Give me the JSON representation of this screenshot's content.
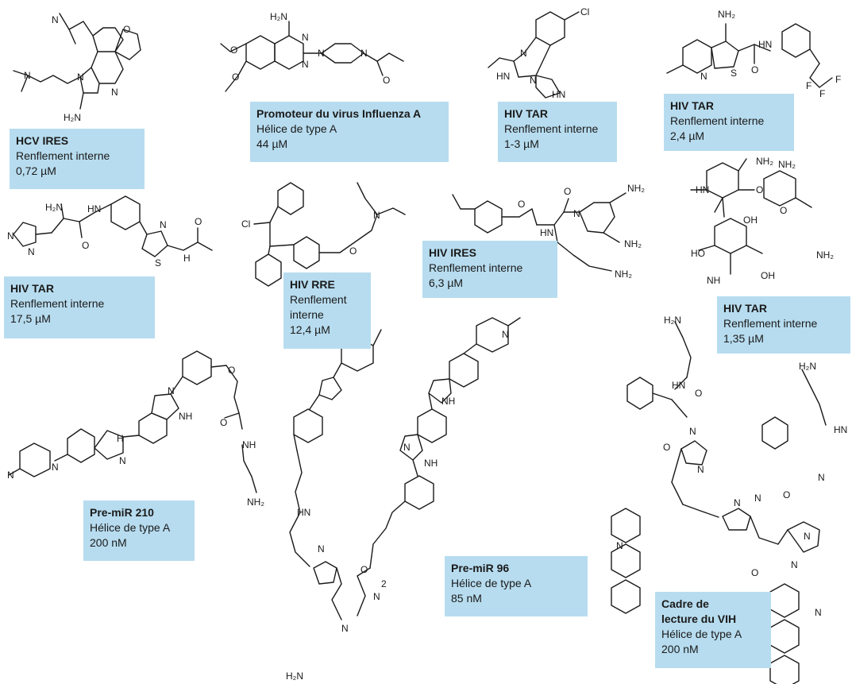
{
  "compounds": [
    {
      "title": "HCV IRES",
      "line1": "Renflement interne",
      "value": "0,72 µM"
    },
    {
      "title": "Promoteur du virus Influenza A",
      "line1": "Hélice de type A",
      "value": "44 µM"
    },
    {
      "title": "HIV TAR",
      "line1": "Renflement interne",
      "value": "1-3 µM"
    },
    {
      "title": "HIV TAR",
      "line1": "Renflement interne",
      "value": "2,4 µM"
    },
    {
      "title": "HIV TAR",
      "line1": "Renflement interne",
      "value": "17,5 µM"
    },
    {
      "title": "HIV RRE",
      "line1": "Renflement",
      "line2": "interne",
      "value": "12,4 µM"
    },
    {
      "title": "HIV IRES",
      "line1": "Renflement interne",
      "value": "6,3 µM"
    },
    {
      "title": "HIV TAR",
      "line1": "Renflement interne",
      "value": "1,35 µM"
    },
    {
      "title": "Pre-miR 210",
      "line1": "Hélice de type A",
      "value": "200 nM"
    },
    {
      "title": "Pre-miR 96",
      "line1": "Hélice de type A",
      "value": "85 nM"
    },
    {
      "title": "Cadre de",
      "line1": "lecture du VIH",
      "line2": "Hélice de type A",
      "value": "200 nM"
    }
  ],
  "atoms": {
    "nh2": "NH₂",
    "h2n": "H₂N",
    "n": "N",
    "nh": "NH",
    "hn": "HN",
    "h": "H",
    "o": "O",
    "s": "S",
    "cl": "Cl",
    "f": "F",
    "oh": "OH",
    "ho": "HO",
    "sub2": "2"
  }
}
